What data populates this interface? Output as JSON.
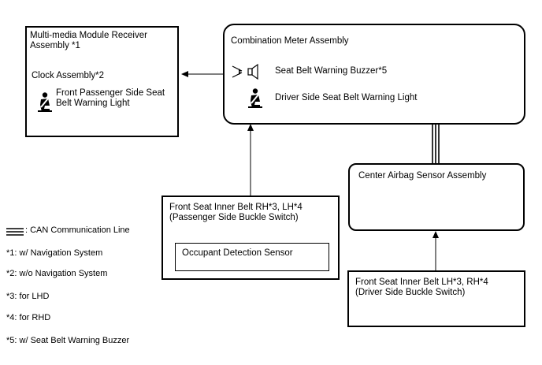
{
  "mmm": {
    "title": "Multi-media Module Receiver\nAssembly *1",
    "clock": "Clock Assembly*2",
    "light": "Front Passenger Side Seat\nBelt Warning Light"
  },
  "meter": {
    "title": "Combination Meter Assembly",
    "buzzer": "Seat Belt Warning Buzzer*5",
    "light": "Driver Side Seat Belt Warning Light"
  },
  "airbag": {
    "title": "Center Airbag Sensor Assembly"
  },
  "passenger_belt": {
    "title": "Front Seat Inner Belt RH*3, LH*4\n(Passenger Side Buckle Switch)",
    "sensor": "Occupant Detection Sensor"
  },
  "driver_belt": {
    "title": "Front Seat Inner Belt LH*3, RH*4\n(Driver Side Buckle Switch)"
  },
  "legend": {
    "can": ": CAN Communication Line",
    "notes": [
      "*1: w/ Navigation System",
      "*2: w/o Navigation System",
      "*3: for LHD",
      "*4: for RHD",
      "*5: w/ Seat Belt Warning Buzzer"
    ]
  },
  "icons": {
    "seatbelt": "seatbelt-warning-icon",
    "buzzer": "buzzer-icon"
  }
}
